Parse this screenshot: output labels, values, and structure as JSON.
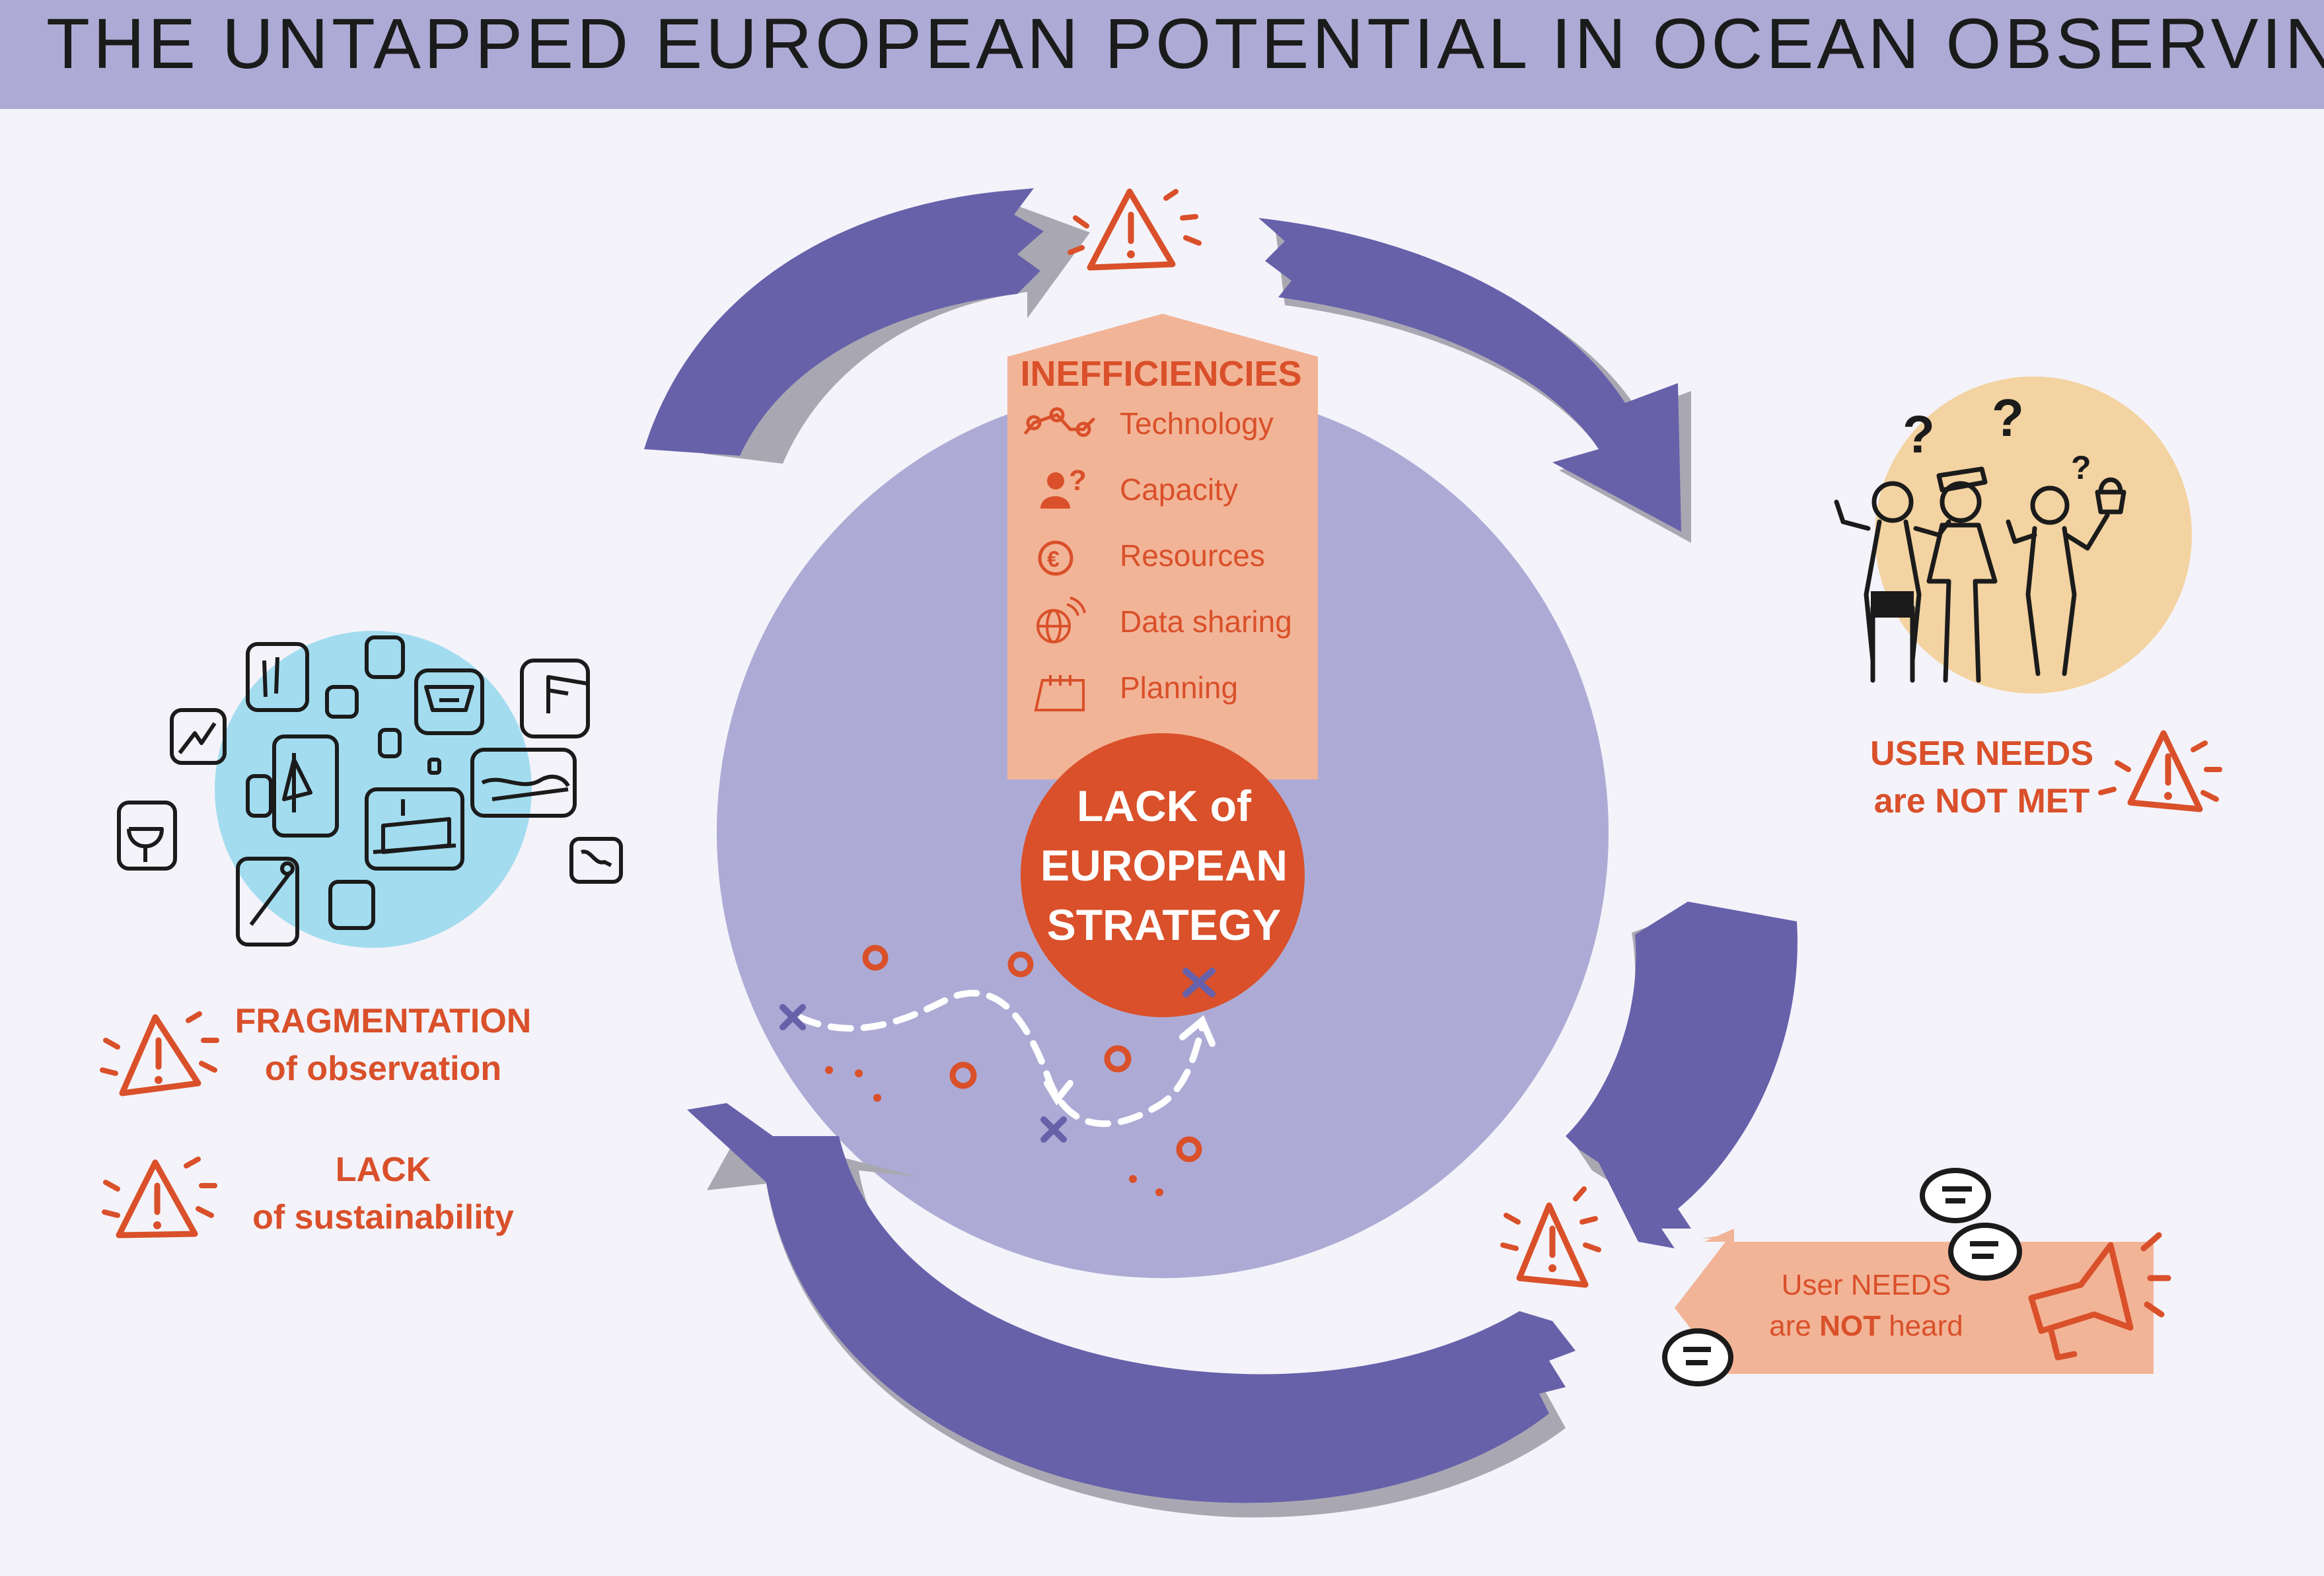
{
  "title": "THE UNTAPPED EUROPEAN POTENTIAL IN OCEAN OBSERVING",
  "inefficiencies": {
    "heading": "INEFFICIENCIES",
    "items": [
      {
        "label": "Technology",
        "icon": "circuit-icon"
      },
      {
        "label": "Capacity",
        "icon": "person-question-icon"
      },
      {
        "label": "Resources",
        "icon": "euro-icon"
      },
      {
        "label": "Data sharing",
        "icon": "globe-icon"
      },
      {
        "label": "Planning",
        "icon": "calendar-icon"
      }
    ]
  },
  "center": {
    "line1": "LACK of",
    "line2": "EUROPEAN",
    "line3": "STRATEGY"
  },
  "user_needs_not_met": {
    "line1": "USER NEEDS",
    "line2": "are NOT MET"
  },
  "fragmentation": {
    "line1": "FRAGMENTATION",
    "line2": "of observation"
  },
  "sustainability": {
    "line1": "LACK",
    "line2": "of sustainability"
  },
  "not_heard": {
    "line1": "User NEEDS",
    "line2_prefix": "are ",
    "line2_bold": "NOT",
    "line2_suffix": " heard"
  },
  "colors": {
    "arrow": "#6761aa",
    "circle": "#adabd5",
    "accent": "#d9502a",
    "salmon": "#f2b497",
    "header": "#adabd5",
    "blue_blob": "#a3dcef",
    "people_bg": "#f3d3a1"
  }
}
